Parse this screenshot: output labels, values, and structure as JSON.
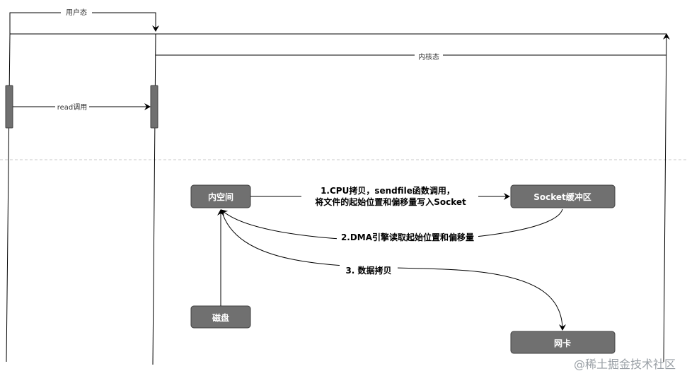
{
  "lanes": {
    "user_mode": "用户态",
    "kernel_mode": "内核态",
    "read_call": "read调用"
  },
  "nodes": {
    "kernel_space": "内空间",
    "socket_buffer": "Socket缓冲区",
    "disk": "磁盘",
    "nic": "网卡"
  },
  "steps": {
    "step1_line1": "1.CPU拷贝，sendfile函数调用，",
    "step1_line2": "将文件的起始位置和偏移量写入Socket",
    "step2": "2.DMA引擎读取起始位置和偏移量",
    "step3": "3. 数据拷贝"
  },
  "watermark": "@稀土掘金技术社区",
  "colors": {
    "box_fill": "#707070",
    "box_stroke": "#3f3f3f",
    "line": "#000000",
    "divider": "#c8c8c8"
  }
}
